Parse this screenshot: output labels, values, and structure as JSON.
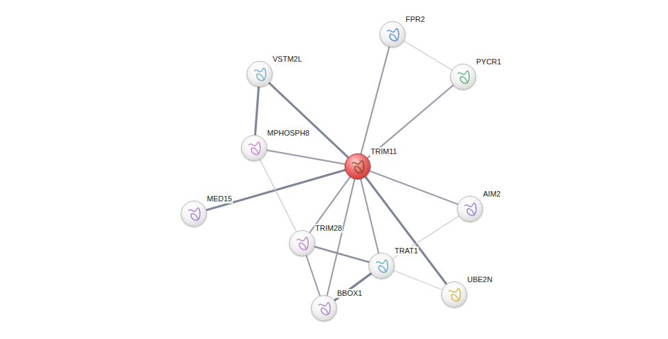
{
  "diagram": {
    "nodes": [
      {
        "text": [
          "FPR2"
        ]
      },
      {
        "text": [
          "PYCR1"
        ]
      },
      {
        "text": [
          "VSTM2L"
        ]
      },
      {
        "text": [
          "MPHOSPH8"
        ]
      },
      {
        "text": [
          "TRIM11"
        ]
      },
      {
        "text": [
          "MED15"
        ]
      },
      {
        "text": [
          "AIM2"
        ]
      },
      {
        "text": [
          "TRIM28"
        ]
      },
      {
        "text": [
          "TRAT1"
        ]
      },
      {
        "text": [
          "UBE2N"
        ]
      },
      {
        "text": [
          "BBOX1"
        ]
      }
    ],
    "edges": [
      {
        "from": 4,
        "to": 0,
        "arrow": "none"
      },
      {
        "from": 4,
        "to": 1,
        "arrow": "none"
      },
      {
        "from": 4,
        "to": 2,
        "arrow": "none"
      },
      {
        "from": 4,
        "to": 3,
        "arrow": "none"
      },
      {
        "from": 4,
        "to": 5,
        "arrow": "none"
      },
      {
        "from": 4,
        "to": 6,
        "arrow": "none"
      },
      {
        "from": 4,
        "to": 9,
        "arrow": "none"
      },
      {
        "from": 4,
        "to": 8,
        "arrow": "none"
      },
      {
        "from": 4,
        "to": 10,
        "arrow": "none"
      },
      {
        "from": 4,
        "to": 7,
        "arrow": "none"
      },
      {
        "from": 0,
        "to": 1,
        "arrow": "none"
      },
      {
        "from": 2,
        "to": 3,
        "arrow": "none"
      },
      {
        "from": 3,
        "to": 7,
        "arrow": "none"
      },
      {
        "from": 7,
        "to": 10,
        "arrow": "none"
      },
      {
        "from": 7,
        "to": 8,
        "arrow": "none"
      },
      {
        "from": 8,
        "to": 10,
        "arrow": "none"
      },
      {
        "from": 8,
        "to": 6,
        "arrow": "none"
      },
      {
        "from": 8,
        "to": 9,
        "arrow": "none"
      }
    ]
  }
}
